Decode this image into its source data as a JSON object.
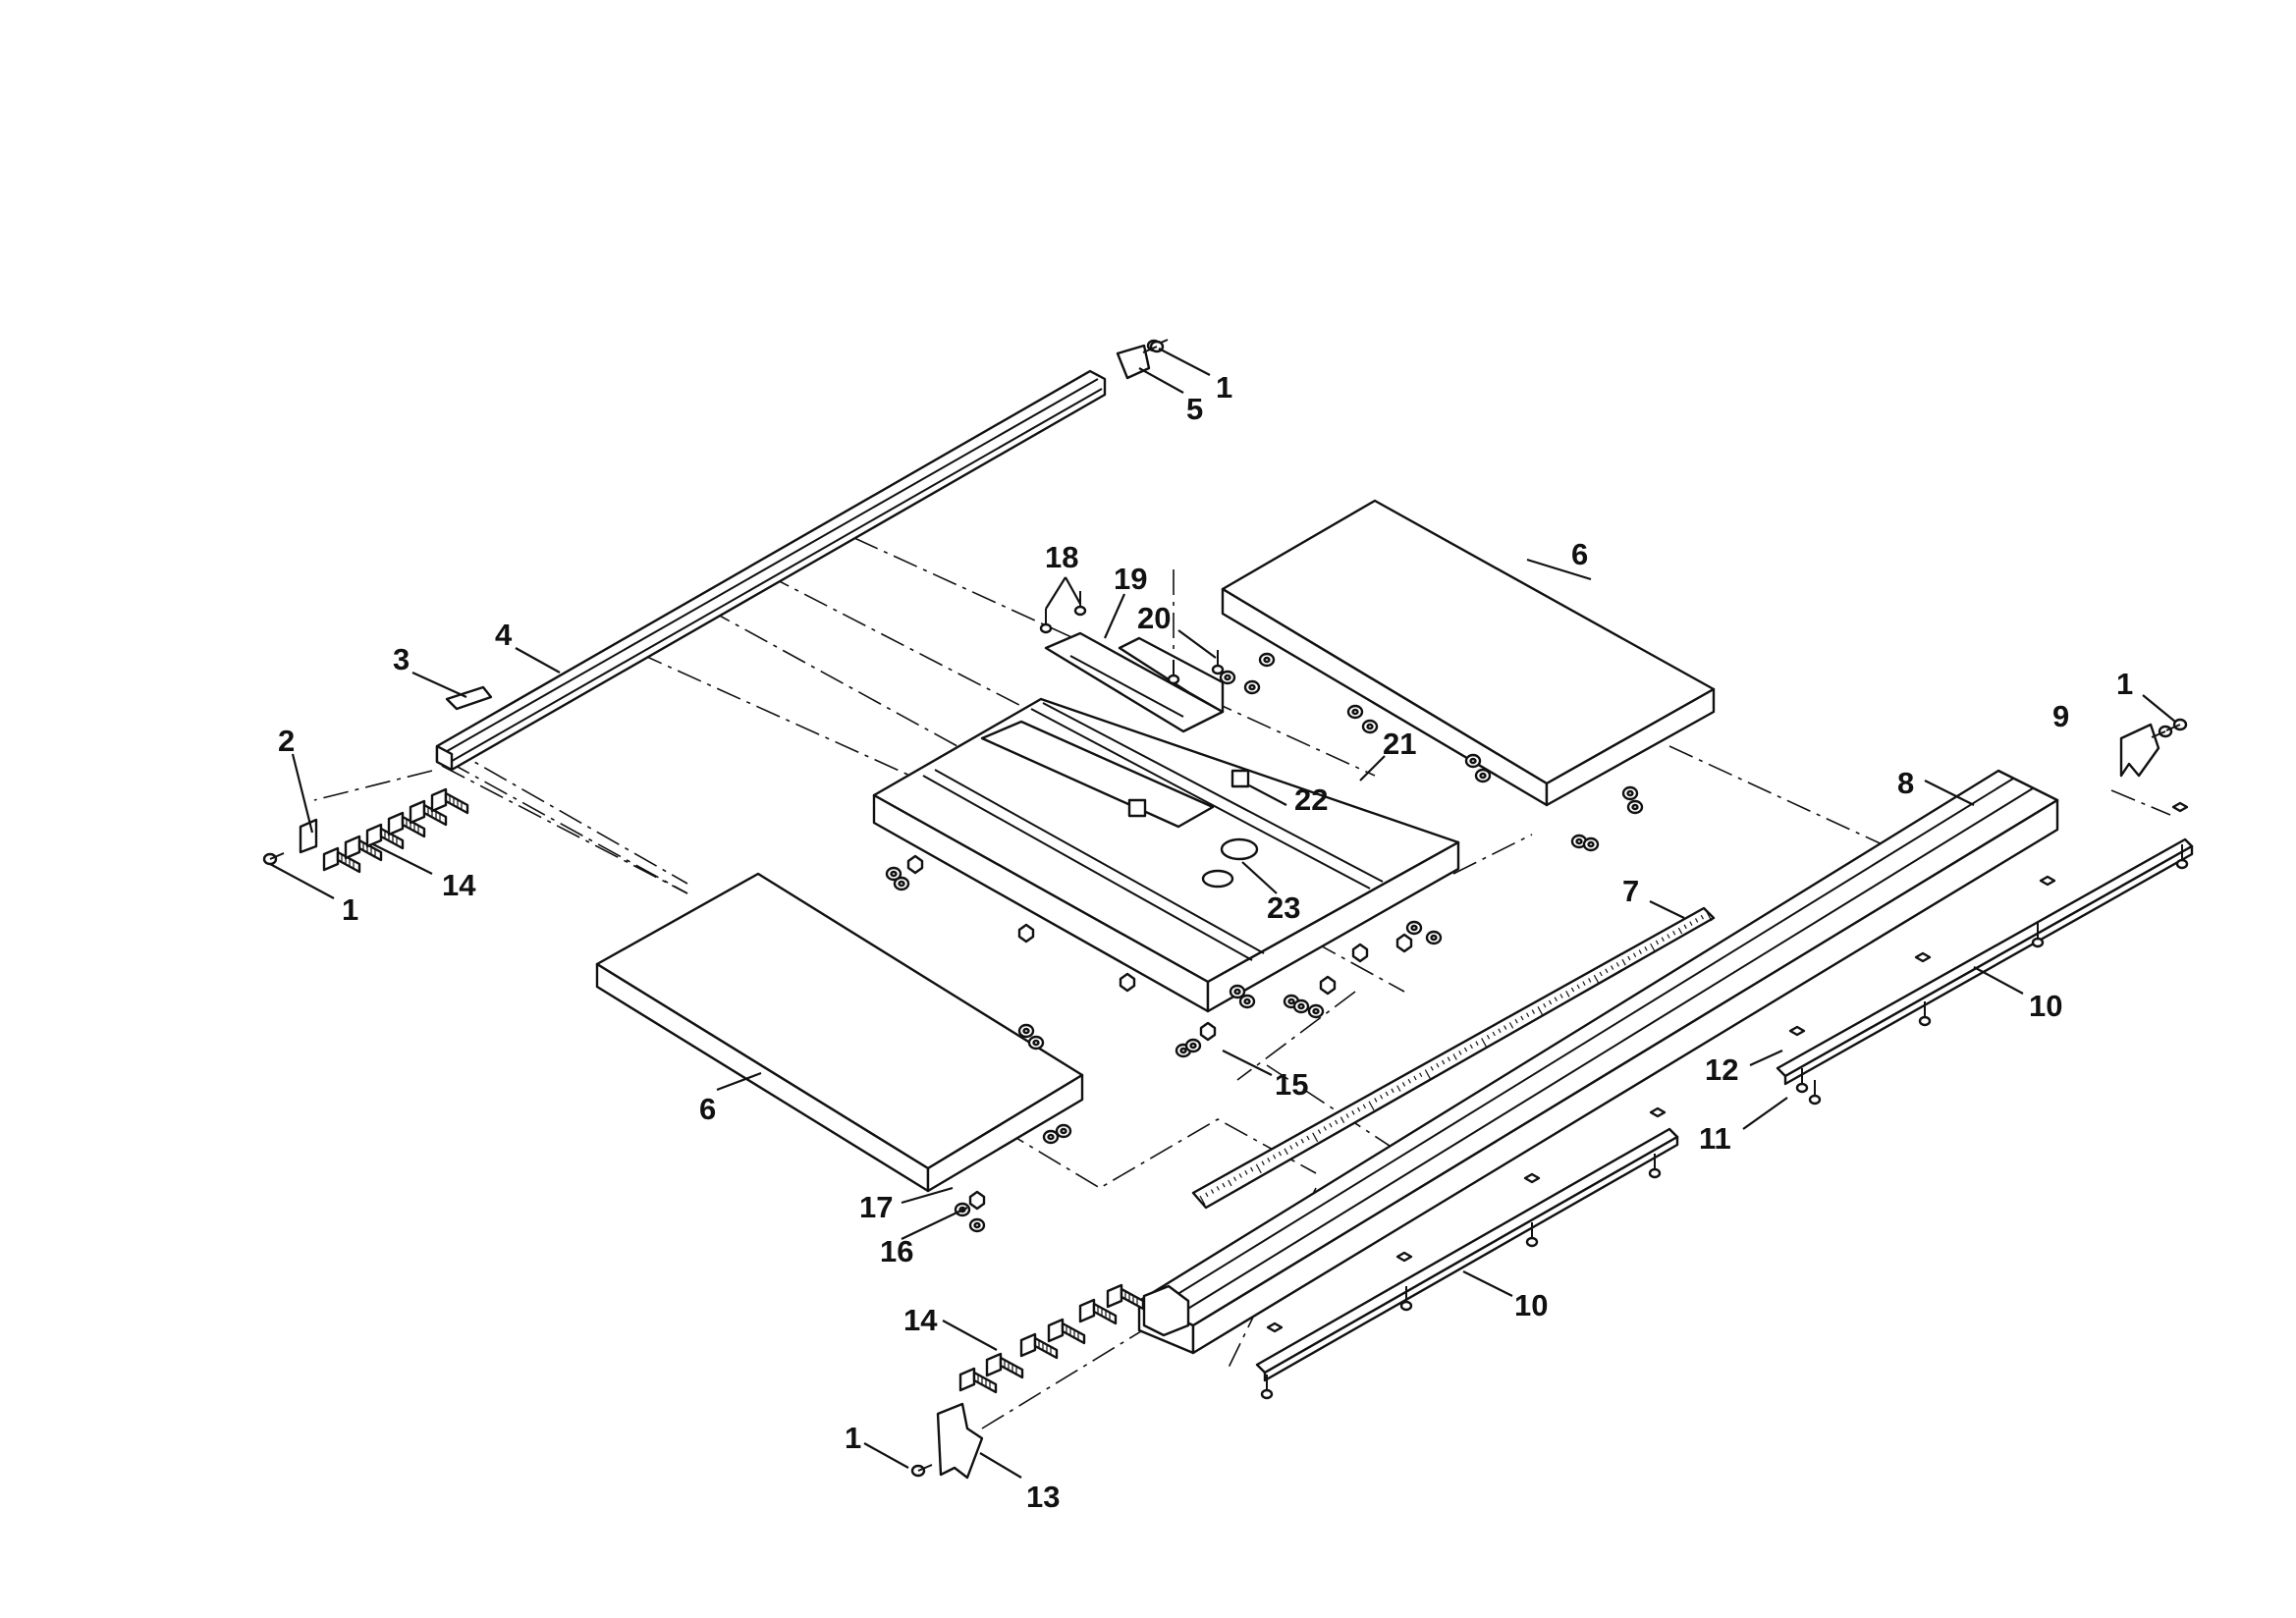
{
  "callouts": {
    "c1_top": "1",
    "c5": "5",
    "c18": "18",
    "c19": "19",
    "c20": "20",
    "c6_top": "6",
    "c3": "3",
    "c4": "4",
    "c2": "2",
    "c14_left": "14",
    "c1_left": "1",
    "c21": "21",
    "c22": "22",
    "c23": "23",
    "c1_right": "1",
    "c9": "9",
    "c8": "8",
    "c7": "7",
    "c10_right": "10",
    "c12": "12",
    "c11": "11",
    "c15": "15",
    "c6_bottom": "6",
    "c17": "17",
    "c16": "16",
    "c10_bottom": "10",
    "c14_bottom": "14",
    "c1_bottom": "1",
    "c13": "13"
  },
  "colors": {
    "line": "#111111",
    "background": "#ffffff"
  }
}
